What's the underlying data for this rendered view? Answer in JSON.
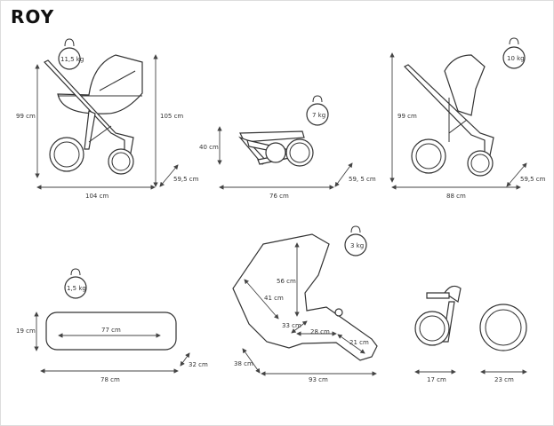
{
  "title": "ROY",
  "stroller_with_carrycot": {
    "weight": "11,5 kg",
    "height_handle": "99 cm",
    "height_total": "105 cm",
    "length": "104 cm",
    "width": "59,5  cm"
  },
  "folded_frame": {
    "weight": "7 kg",
    "height": "40 cm",
    "length": "76 cm",
    "width": "59, 5 cm"
  },
  "stroller_with_seat": {
    "weight": "10 kg",
    "height": "99 cm",
    "length": "88 cm",
    "width": "59,5 cm"
  },
  "mattress": {
    "weight": "1,5 kg",
    "height": "19 cm",
    "inner_length": "77 cm",
    "length": "78 cm",
    "width": "32 cm"
  },
  "seat_unit": {
    "weight": "3 kg",
    "back_height": "56 cm",
    "back_length": "41  cm",
    "seat_depth": "33 cm",
    "seat_length": "28 cm",
    "footrest": "21 cm",
    "width": "38 cm",
    "length": "93 cm"
  },
  "bumper_bar": {
    "width": "17 cm"
  },
  "wheel": {
    "diameter": "23 cm"
  },
  "colors": {
    "line": "#333333",
    "background": "#ffffff"
  }
}
